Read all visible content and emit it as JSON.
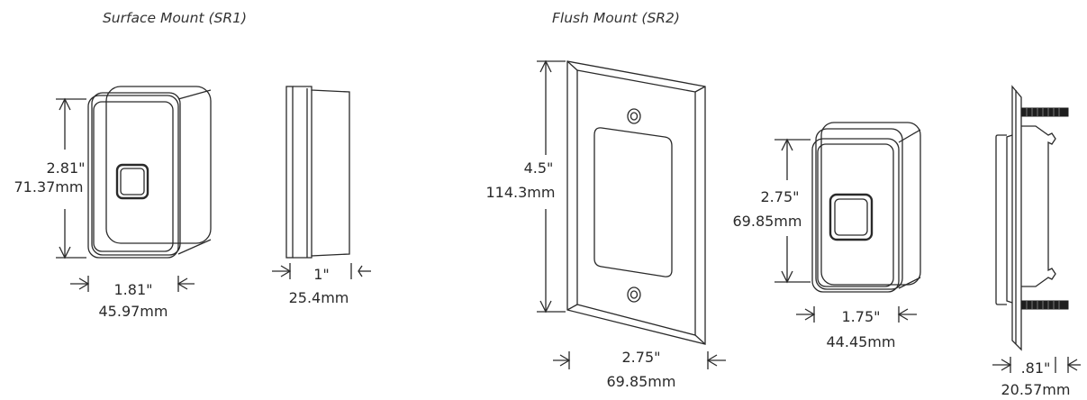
{
  "titles": {
    "surface": "Surface Mount (SR1)",
    "flush": "Flush Mount (SR2)"
  },
  "dimensions": {
    "sr1_height_in": "2.81\"",
    "sr1_height_mm": "71.37mm",
    "sr1_width_in": "1.81\"",
    "sr1_width_mm": "45.97mm",
    "sr1_depth_in": "1\"",
    "sr1_depth_mm": "25.4mm",
    "plate_height_in": "4.5\"",
    "plate_height_mm": "114.3mm",
    "plate_width_in": "2.75\"",
    "plate_width_mm": "69.85mm",
    "sr2_height_in": "2.75\"",
    "sr2_height_mm": "69.85mm",
    "sr2_width_in": "1.75\"",
    "sr2_width_mm": "44.45mm",
    "sr2_depth_in": ".81\"",
    "sr2_depth_mm": "20.57mm"
  }
}
